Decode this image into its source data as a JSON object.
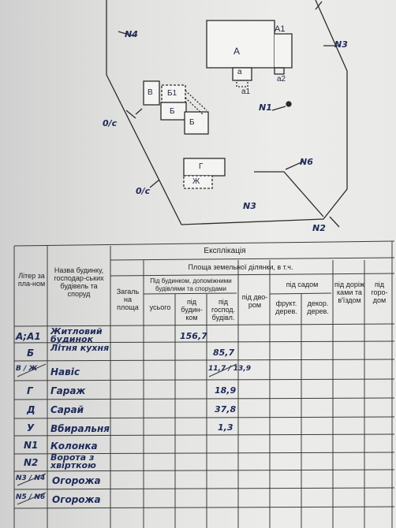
{
  "plan": {
    "buildings": {
      "A": "А",
      "A1": "А1",
      "a": "а",
      "a1": "а1",
      "a2": "а2",
      "V": "В",
      "B1": "Б1",
      "B": "Б",
      "B_ext": "Б",
      "G": "Г",
      "Zh": "Ж"
    },
    "marks": {
      "n4": "N4",
      "n3_top": "N3",
      "n1": "N1",
      "os_1": "0/с",
      "n6": "N6",
      "os_2": "0/с",
      "n3_bottom": "N3",
      "n2": "N2"
    }
  },
  "table": {
    "title": "Експлікація",
    "headers": {
      "liter": "Літер за пла-ном",
      "name": "Назва будинку, господар-ських будівель та споруд",
      "area_group": "Площа земельної ділянки, в т.ч.",
      "total": "Загаль на площа",
      "under_buildings": "Під будинком, допоміжними будівлями та спорудами",
      "total_sub": "усього",
      "residential": "під будин-ком",
      "household": "під господ. будівл.",
      "yard": "під дво-ром",
      "garden": "під садом",
      "fruit": "фрукт. дерев.",
      "decor": "декор. дерев.",
      "roads": "під доріж ками та в'їздом",
      "vegetable": "під горо-дом"
    },
    "rows": [
      {
        "liter": "А;А1",
        "name": "Житловий будинок",
        "residential": "156,7",
        "household": ""
      },
      {
        "liter": "Б",
        "name": "Літня кухня",
        "residential": "",
        "household": "85,7"
      },
      {
        "liter": "В / Ж",
        "name": "Навіс",
        "residential": "",
        "household": "11,7 / 13,9"
      },
      {
        "liter": "Г",
        "name": "Гараж",
        "residential": "",
        "household": "18,9"
      },
      {
        "liter": "Д",
        "name": "Сарай",
        "residential": "",
        "household": "37,8"
      },
      {
        "liter": "У",
        "name": "Вбиральня",
        "residential": "",
        "household": "1,3"
      },
      {
        "liter": "N1",
        "name": "Колонка",
        "residential": "",
        "household": ""
      },
      {
        "liter": "N2",
        "name": "Ворота з хвірткою",
        "residential": "",
        "household": ""
      },
      {
        "liter": "N3 / N4",
        "name": "Огорожа",
        "residential": "",
        "household": ""
      },
      {
        "liter": "N5 / N6",
        "name": "Огорожа",
        "residential": "",
        "household": ""
      }
    ]
  }
}
